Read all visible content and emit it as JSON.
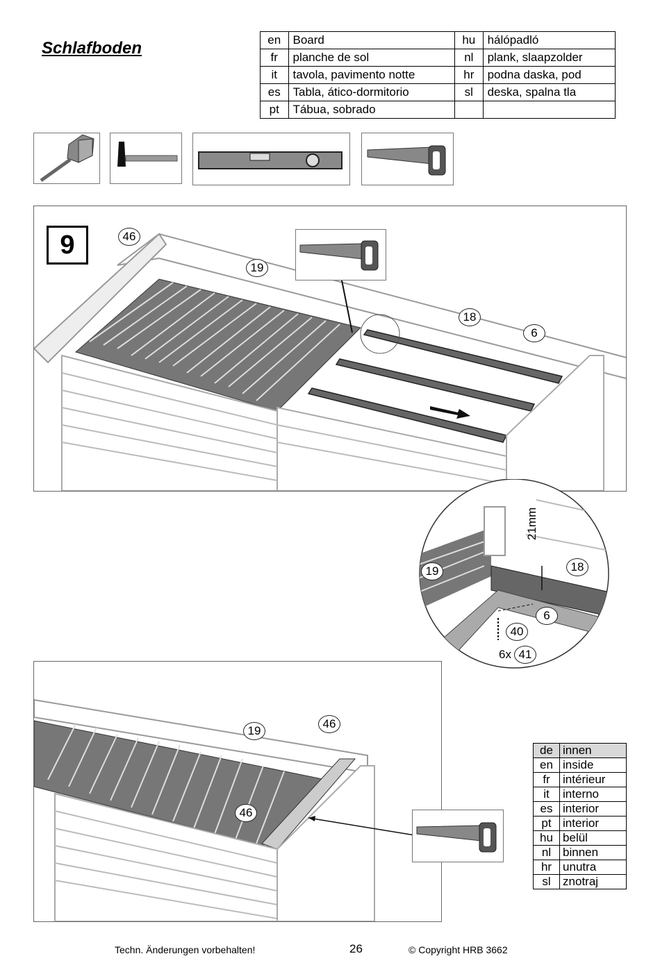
{
  "title": "Schlafboden",
  "translations": [
    {
      "lang": "en",
      "text": "Board",
      "lang2": "hu",
      "text2": "hálópadló"
    },
    {
      "lang": "fr",
      "text": "planche de sol",
      "lang2": "nl",
      "text2": "plank, slaapzolder"
    },
    {
      "lang": "it",
      "text": "tavola, pavimento notte",
      "lang2": "hr",
      "text2": "podna daska, pod"
    },
    {
      "lang": "es",
      "text": "Tabla, ático-dormitorio",
      "lang2": "sl",
      "text2": "deska, spalna tla"
    },
    {
      "lang": "pt",
      "text": "Tábua, sobrado",
      "lang2": "",
      "text2": ""
    }
  ],
  "tools": [
    "tape-measure-icon",
    "hammer-icon",
    "spirit-level-icon",
    "saw-icon"
  ],
  "step": "9",
  "callouts": {
    "a": "46",
    "b": "19",
    "c": "18",
    "d": "6",
    "e": "19",
    "f": "18",
    "g": "6",
    "h": "40",
    "i": "41",
    "i_prefix": "6x",
    "j": "19",
    "k": "46",
    "l": "46"
  },
  "dimension": "21mm",
  "inside_table": [
    {
      "lang": "de",
      "text": "innen"
    },
    {
      "lang": "en",
      "text": "inside"
    },
    {
      "lang": "fr",
      "text": "intérieur"
    },
    {
      "lang": "it",
      "text": "interno"
    },
    {
      "lang": "es",
      "text": "interior"
    },
    {
      "lang": "pt",
      "text": "interior"
    },
    {
      "lang": "hu",
      "text": "belül"
    },
    {
      "lang": "nl",
      "text": "binnen"
    },
    {
      "lang": "hr",
      "text": "unutra"
    },
    {
      "lang": "sl",
      "text": "znotraj"
    }
  ],
  "footer": {
    "left": "Techn. Änderungen vorbehalten!",
    "page": "26",
    "right": "© Copyright HRB 3662"
  }
}
